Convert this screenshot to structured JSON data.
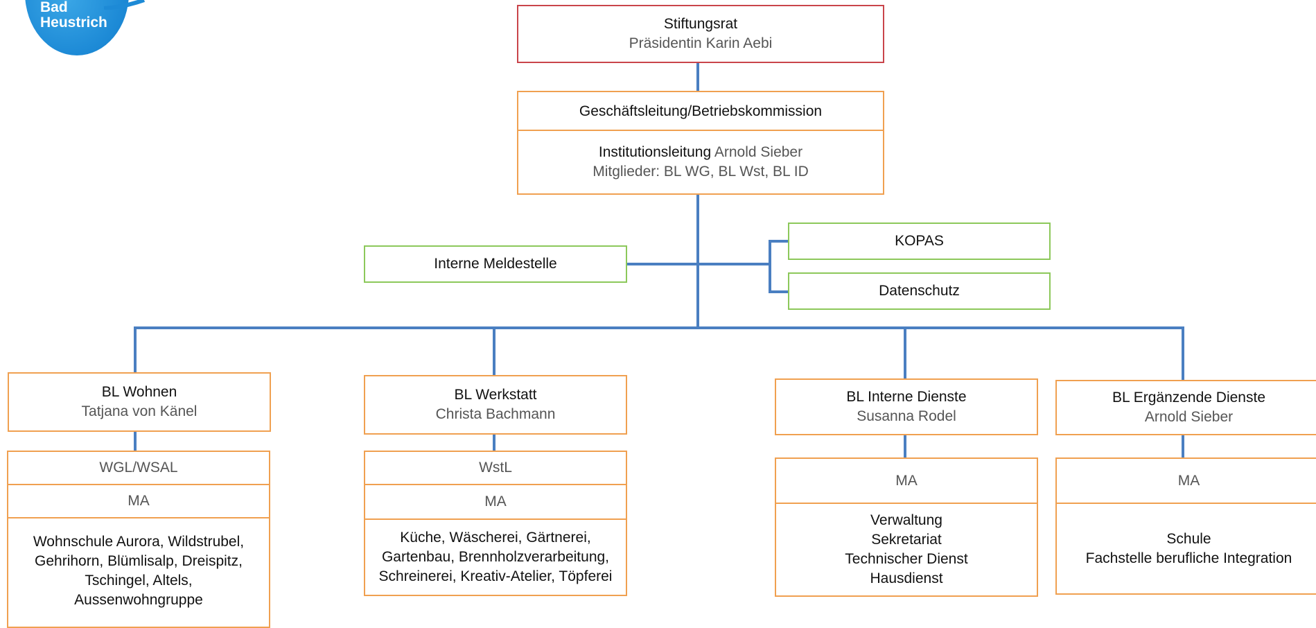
{
  "logo": {
    "line1": "Bad",
    "line2": "Heustrich"
  },
  "stiftungsrat": {
    "title": "Stiftungsrat",
    "subtitle": "Präsidentin Karin Aebi"
  },
  "geschaeftsleitung": {
    "title": "Geschäftsleitung/Betriebskommission",
    "lead_label": "Institutionsleitung",
    "lead_name": "Arnold Sieber",
    "members": "Mitglieder: BL WG, BL Wst, BL ID"
  },
  "staff": {
    "meldestelle": "Interne Meldestelle",
    "kopas": "KOPAS",
    "datenschutz": "Datenschutz"
  },
  "departments": [
    {
      "title": "BL Wohnen",
      "name": "Tatjana von Känel",
      "lead": "WGL/WSAL",
      "ma": "MA",
      "units": [
        "Wohnschule Aurora, Wildstrubel,",
        "Gehrihorn, Blümlisalp, Dreispitz,",
        "Tschingel, Altels,",
        "Aussenwohngruppe"
      ]
    },
    {
      "title": "BL Werkstatt",
      "name": "Christa Bachmann",
      "lead": "WstL",
      "ma": "MA",
      "units": [
        "Küche, Wäscherei, Gärtnerei,",
        "Gartenbau, Brennholzverarbeitung,",
        "Schreinerei, Kreativ-Atelier, Töpferei"
      ]
    },
    {
      "title": "BL Interne Dienste",
      "name": "Susanna Rodel",
      "ma": "MA",
      "units": [
        "Verwaltung",
        "Sekretariat",
        "Technischer Dienst",
        "Hausdienst"
      ]
    },
    {
      "title": "BL Ergänzende Dienste",
      "name": "Arnold Sieber",
      "ma": "MA",
      "units": [
        "Schule",
        "Fachstelle berufliche Integration"
      ]
    }
  ],
  "colors": {
    "connector": "#4a7fc1",
    "board_border": "#c9444a",
    "management_border": "#f0a050",
    "staff_border": "#8cc85a",
    "logo": "#1d8ad6"
  }
}
